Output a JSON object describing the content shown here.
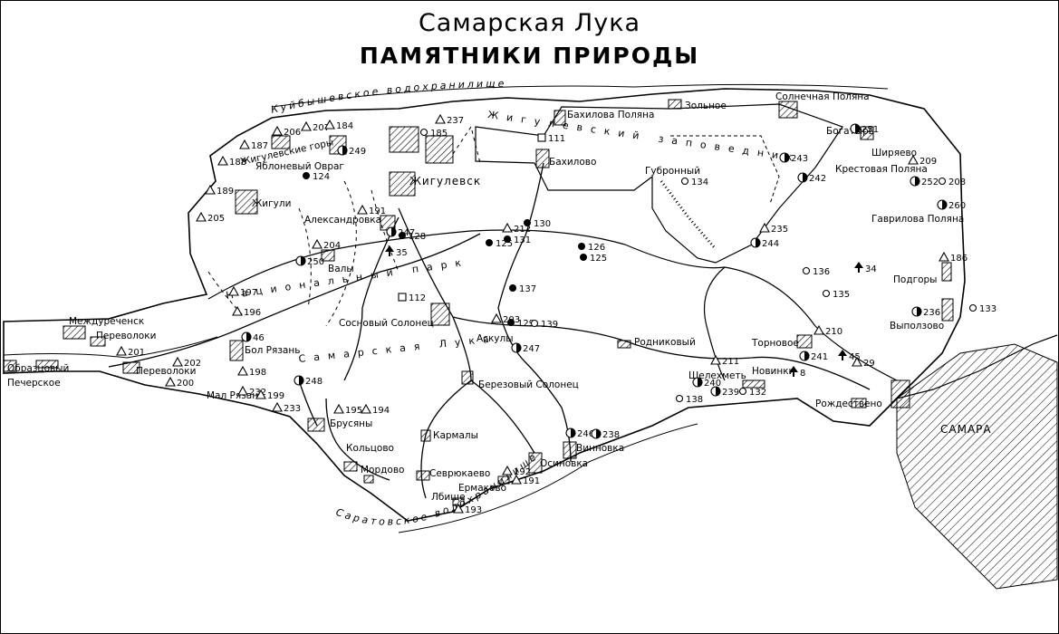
{
  "title": "Самарская Лука",
  "subtitle": "ПАМЯТНИКИ ПРИРОДЫ",
  "water_labels": {
    "kuybyshev": "Куйбышевское водохранилище",
    "saratov": "Саратовское водохранилище"
  },
  "region_labels": {
    "zhiguli_reserve": "Жигулевский заповедник",
    "zhiguli_mountains": "Жигулевские горы",
    "national_park": "Национальный парк",
    "samarskaya_luka": "Самарская Лука"
  },
  "settlements": [
    {
      "id": "zhigulevsk",
      "name": "Жигулевск"
    },
    {
      "id": "zhiguli",
      "name": "Жигули"
    },
    {
      "id": "yablonevy",
      "name": "Яблоневый Овраг"
    },
    {
      "id": "aleksandrovka",
      "name": "Александровка"
    },
    {
      "id": "valy",
      "name": "Валы"
    },
    {
      "id": "mezhdurechensk",
      "name": "Междуреченск"
    },
    {
      "id": "perevoloki1",
      "name": "Переволоки"
    },
    {
      "id": "perevoloki2",
      "name": "Переволоки"
    },
    {
      "id": "obraztsovy",
      "name": "Образцовый"
    },
    {
      "id": "pechersk",
      "name": "Печерское"
    },
    {
      "id": "bol_ryazan",
      "name": "Бол Рязань"
    },
    {
      "id": "mal_ryazan",
      "name": "Мал Рязань"
    },
    {
      "id": "sosnovy",
      "name": "Сосновый Солонец"
    },
    {
      "id": "askuly",
      "name": "Аскулы"
    },
    {
      "id": "berezovy",
      "name": "Березовый Солонец"
    },
    {
      "id": "brusyany",
      "name": "Брусяны"
    },
    {
      "id": "koltsovo",
      "name": "Кольцово"
    },
    {
      "id": "mordovo",
      "name": "Мордово"
    },
    {
      "id": "karmaly",
      "name": "Кармалы"
    },
    {
      "id": "sevryukaevo",
      "name": "Севрюкаево"
    },
    {
      "id": "ermakovo",
      "name": "Ермаково"
    },
    {
      "id": "osinovka",
      "name": "Осиновка"
    },
    {
      "id": "vinnovka",
      "name": "Винновка"
    },
    {
      "id": "lbishche",
      "name": "Лбище"
    },
    {
      "id": "rodnikovy",
      "name": "Родниковый"
    },
    {
      "id": "shelekhmet",
      "name": "Шелехметь"
    },
    {
      "id": "novinki",
      "name": "Новинки"
    },
    {
      "id": "tornovoe",
      "name": "Торновое"
    },
    {
      "id": "rozhdestveno",
      "name": "Рождествено"
    },
    {
      "id": "vypolzovo",
      "name": "Выползово"
    },
    {
      "id": "podgory",
      "name": "Подгоры"
    },
    {
      "id": "gavrilova",
      "name": "Гаврилова Поляна"
    },
    {
      "id": "krestovaya",
      "name": "Крестовая Поляна"
    },
    {
      "id": "shiryaevo",
      "name": "Ширяево"
    },
    {
      "id": "bogatyr",
      "name": "Богатырь"
    },
    {
      "id": "solnechnaya",
      "name": "Солнечная Поляна"
    },
    {
      "id": "zolnoe",
      "name": "Зольное"
    },
    {
      "id": "bakhilova_polyana",
      "name": "Бахилова Поляна"
    },
    {
      "id": "bakhilovo",
      "name": "Бахилово"
    },
    {
      "id": "gubronny",
      "name": "Губронный"
    },
    {
      "id": "samara",
      "name": "САМАРА"
    }
  ],
  "monuments": [
    {
      "n": "188",
      "s": "tri"
    },
    {
      "n": "189",
      "s": "tri"
    },
    {
      "n": "205",
      "s": "tri"
    },
    {
      "n": "187",
      "s": "tri"
    },
    {
      "n": "206",
      "s": "tri"
    },
    {
      "n": "207",
      "s": "tri"
    },
    {
      "n": "184",
      "s": "tri"
    },
    {
      "n": "249",
      "s": "half"
    },
    {
      "n": "124",
      "s": "dot"
    },
    {
      "n": "185",
      "s": "circ"
    },
    {
      "n": "237",
      "s": "tri"
    },
    {
      "n": "111",
      "s": "sq"
    },
    {
      "n": "191",
      "s": "tri"
    },
    {
      "n": "247",
      "s": "half"
    },
    {
      "n": "128",
      "s": "dot"
    },
    {
      "n": "204",
      "s": "tri"
    },
    {
      "n": "250",
      "s": "half"
    },
    {
      "n": "35",
      "s": "tree"
    },
    {
      "n": "112",
      "s": "sq"
    },
    {
      "n": "197",
      "s": "tri"
    },
    {
      "n": "196",
      "s": "tri"
    },
    {
      "n": "46",
      "s": "half"
    },
    {
      "n": "198",
      "s": "tri"
    },
    {
      "n": "201",
      "s": "tri"
    },
    {
      "n": "202",
      "s": "tri"
    },
    {
      "n": "200",
      "s": "tri"
    },
    {
      "n": "232",
      "s": "tri"
    },
    {
      "n": "199",
      "s": "tri"
    },
    {
      "n": "233",
      "s": "tri"
    },
    {
      "n": "248",
      "s": "half"
    },
    {
      "n": "195",
      "s": "tri"
    },
    {
      "n": "194",
      "s": "tri"
    },
    {
      "n": "212",
      "s": "tri"
    },
    {
      "n": "130",
      "s": "dot"
    },
    {
      "n": "125",
      "s": "dot"
    },
    {
      "n": "131",
      "s": "dot"
    },
    {
      "n": "126",
      "s": "dot"
    },
    {
      "n": "125",
      "s": "dot"
    },
    {
      "n": "137",
      "s": "dot"
    },
    {
      "n": "203",
      "s": "tri"
    },
    {
      "n": "129",
      "s": "dot"
    },
    {
      "n": "139",
      "s": "circ"
    },
    {
      "n": "247",
      "s": "half"
    },
    {
      "n": "246",
      "s": "half"
    },
    {
      "n": "238",
      "s": "half"
    },
    {
      "n": "192",
      "s": "tri"
    },
    {
      "n": "191",
      "s": "tri"
    },
    {
      "n": "193",
      "s": "tri"
    },
    {
      "n": "134",
      "s": "circ"
    },
    {
      "n": "243",
      "s": "half"
    },
    {
      "n": "242",
      "s": "half"
    },
    {
      "n": "251",
      "s": "half"
    },
    {
      "n": "209",
      "s": "tri"
    },
    {
      "n": "252",
      "s": "half"
    },
    {
      "n": "208",
      "s": "circ"
    },
    {
      "n": "260",
      "s": "half"
    },
    {
      "n": "235",
      "s": "tri"
    },
    {
      "n": "244",
      "s": "half"
    },
    {
      "n": "136",
      "s": "circ"
    },
    {
      "n": "34",
      "s": "tree"
    },
    {
      "n": "135",
      "s": "circ"
    },
    {
      "n": "186",
      "s": "tri"
    },
    {
      "n": "236",
      "s": "half"
    },
    {
      "n": "133",
      "s": "circ"
    },
    {
      "n": "210",
      "s": "tri"
    },
    {
      "n": "241",
      "s": "half"
    },
    {
      "n": "211",
      "s": "tri"
    },
    {
      "n": "240",
      "s": "half"
    },
    {
      "n": "239",
      "s": "half"
    },
    {
      "n": "132",
      "s": "circ"
    },
    {
      "n": "138",
      "s": "circ"
    },
    {
      "n": "45",
      "s": "tree"
    },
    {
      "n": "29",
      "s": "tri"
    },
    {
      "n": "8",
      "s": "tree"
    }
  ]
}
